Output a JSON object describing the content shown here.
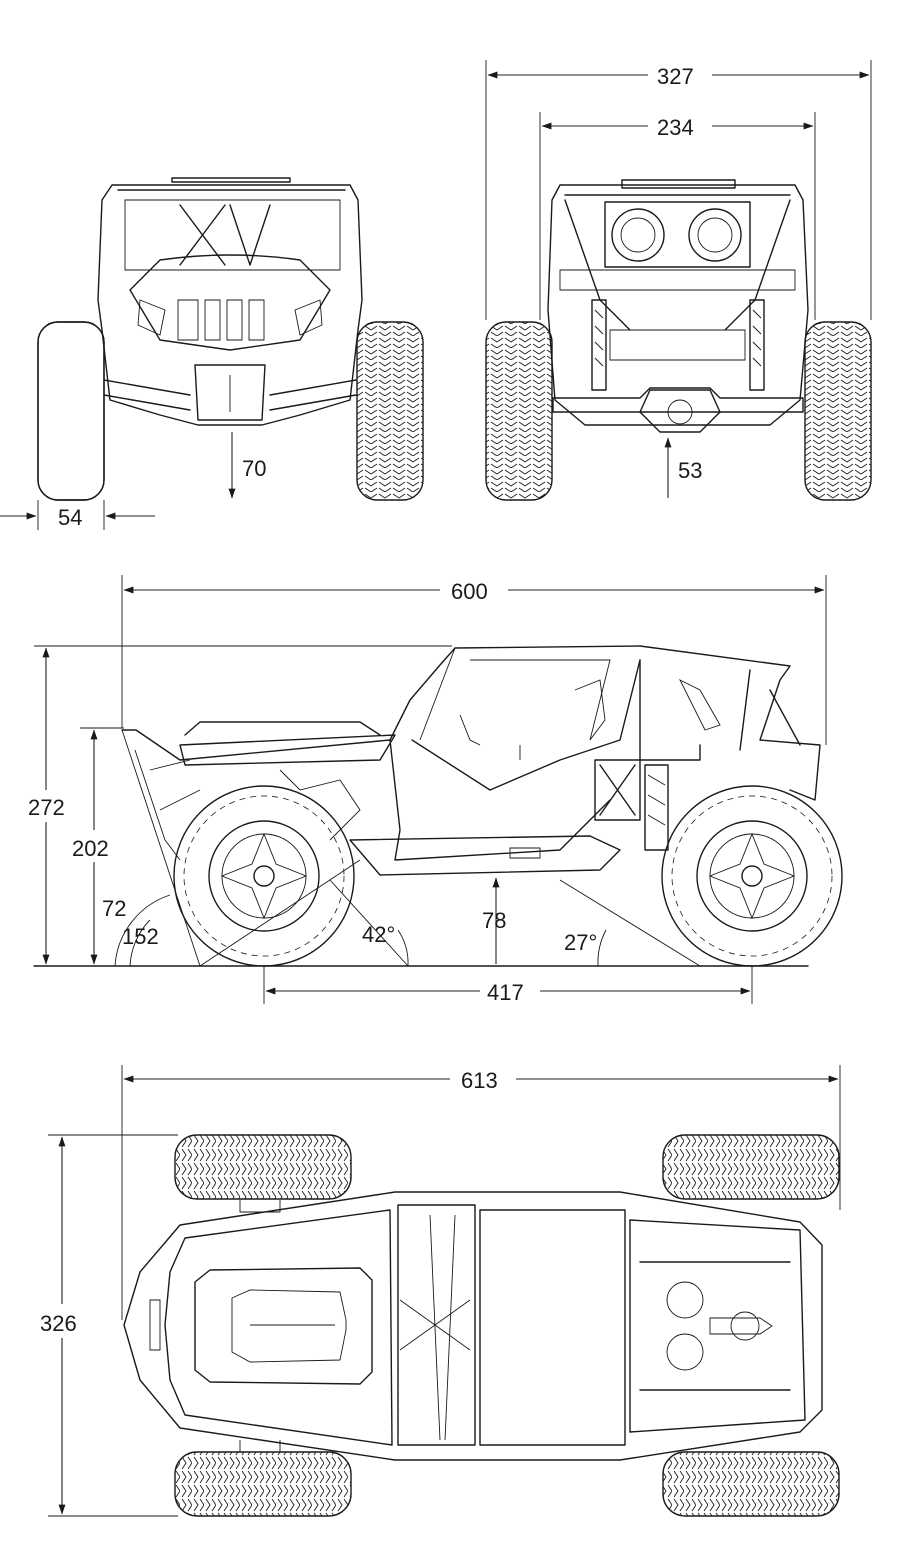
{
  "drawing": {
    "line_color": "#1a1a1a",
    "background": "#ffffff",
    "front_view": {
      "ground_clearance": "70",
      "wheel_width": "54"
    },
    "rear_view": {
      "overall_width": "327",
      "axle_width": "234",
      "ground_clearance": "53"
    },
    "side_view": {
      "overall_length": "600",
      "overall_height": "272",
      "height_to_hood": "202",
      "wheelbase": "417",
      "ground_clearance": "78",
      "approach_angle": "42°",
      "departure_angle": "27°",
      "front_dim_72": "72",
      "front_dim_152": "152"
    },
    "top_view": {
      "overall_length": "613",
      "overall_width": "326"
    }
  }
}
